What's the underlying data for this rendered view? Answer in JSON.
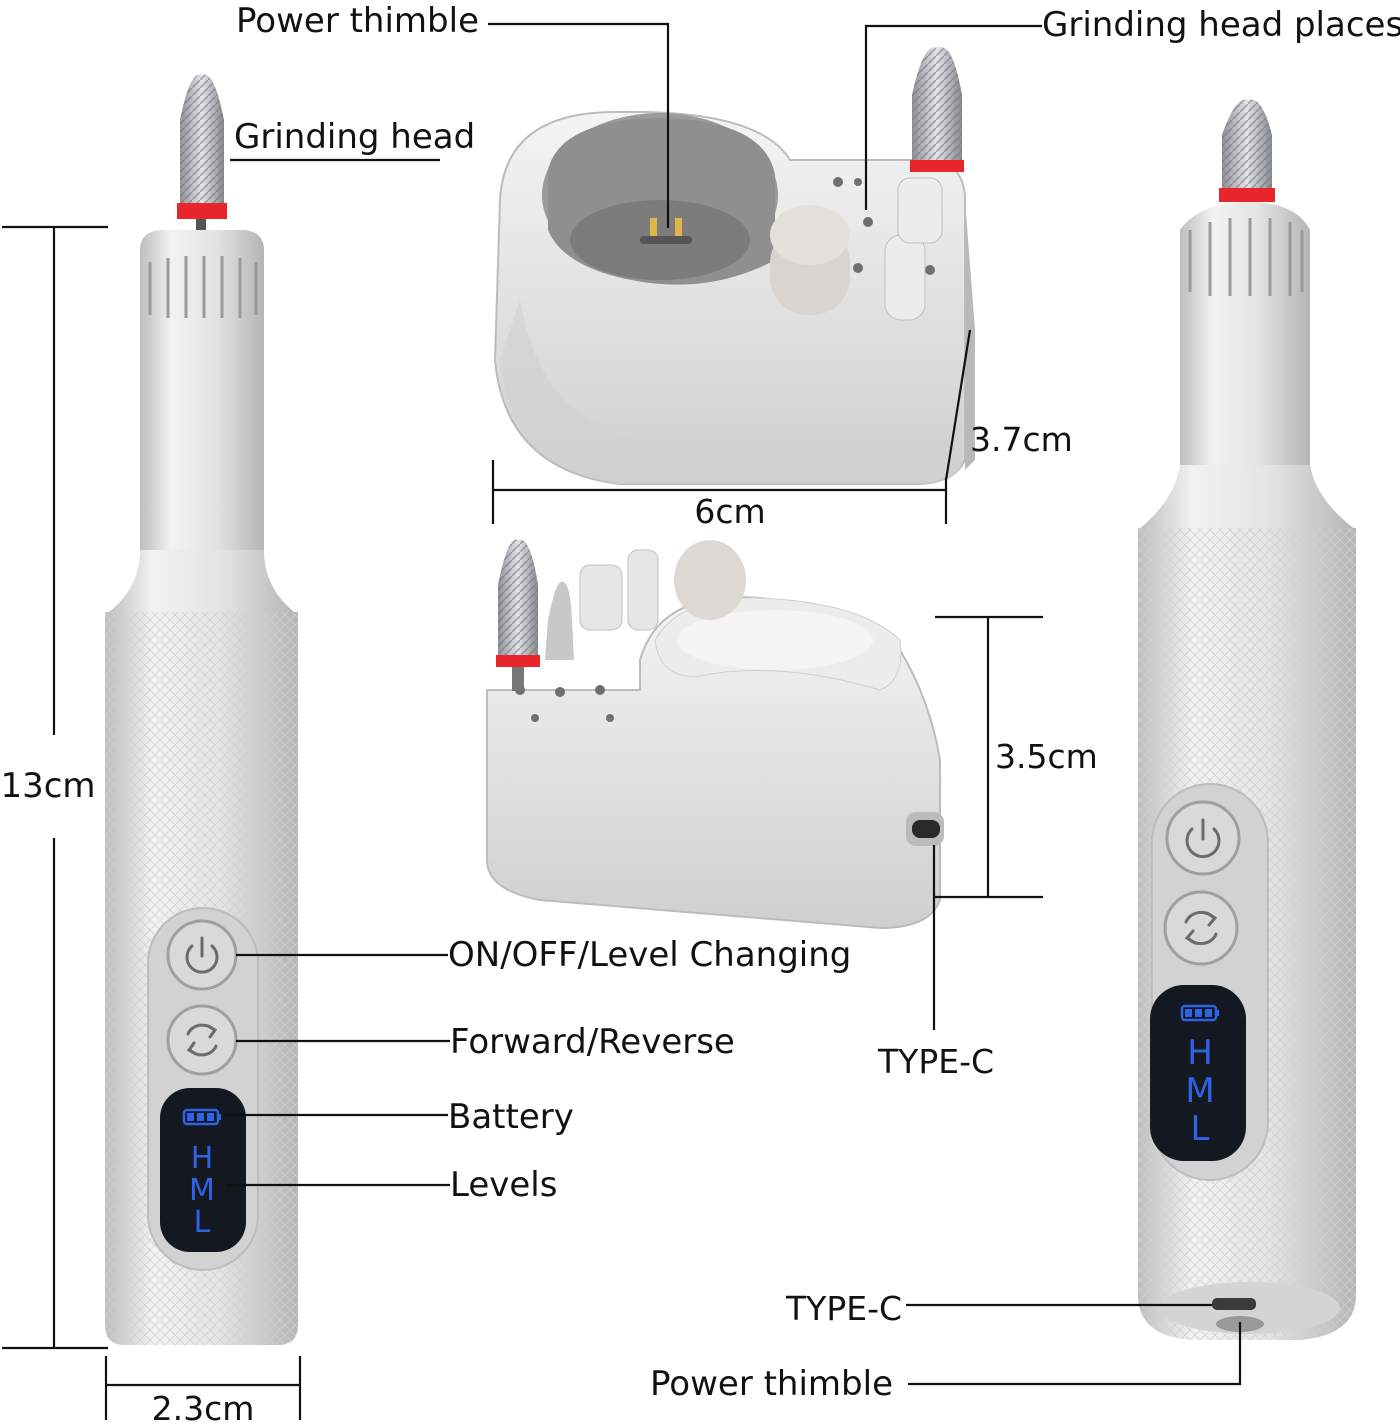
{
  "labels": {
    "power_thimble_top": "Power thimble",
    "grinding_head_places": "Grinding head places",
    "grinding_head": "Grinding head",
    "on_off_level": "ON/OFF/Level Changing",
    "forward_reverse": "Forward/Reverse",
    "battery": "Battery",
    "levels": "Levels",
    "type_c_stand": "TYPE-C",
    "type_c_pen": "TYPE-C",
    "power_thimble_bottom": "Power thimble"
  },
  "dimensions": {
    "pen_length": "13cm",
    "pen_width": "2.3cm",
    "stand_width": "6cm",
    "stand_depth": "3.7cm",
    "stand_height": "3.5cm"
  },
  "display": {
    "speed_levels": [
      "H",
      "M",
      "L"
    ],
    "battery_bars": 3
  },
  "colors": {
    "body": "#e6e6e6",
    "body_shadow": "#c9c9c9",
    "panel": "#d4d4d4",
    "display": "#141820",
    "led_blue": "#2f63e6",
    "collar_red": "#e8262b",
    "bit_metal": "#b9bcc2",
    "line": "#111111"
  },
  "icons": [
    "power-icon",
    "reverse-icon",
    "battery-icon"
  ]
}
